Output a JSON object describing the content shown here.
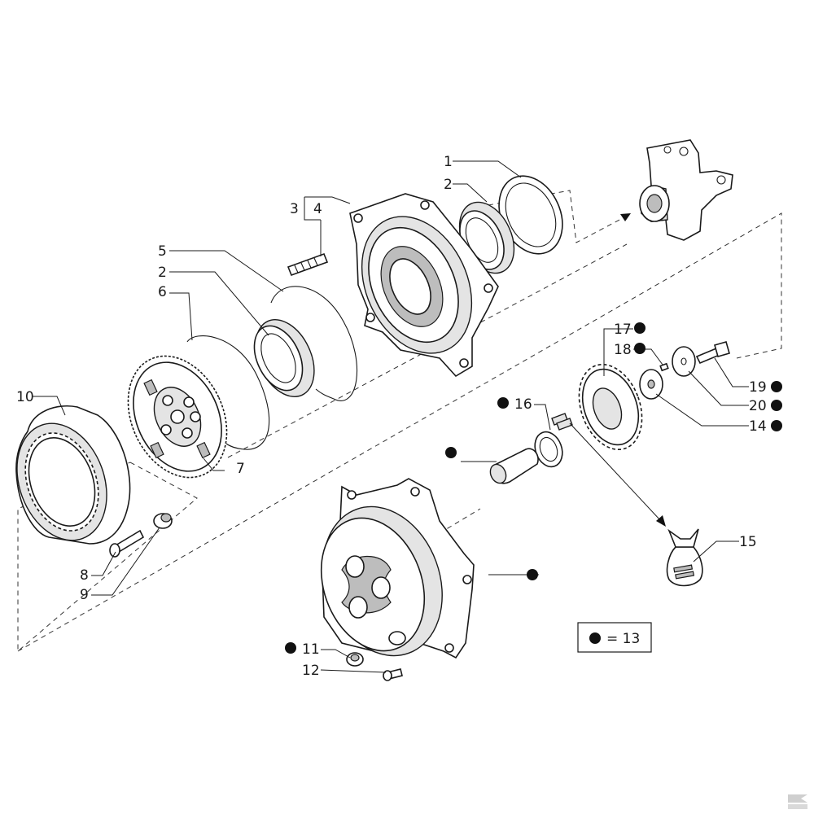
{
  "callouts": [
    {
      "id": "c1",
      "text": "1",
      "dot": false
    },
    {
      "id": "c2a",
      "text": "2",
      "dot": false
    },
    {
      "id": "c3",
      "text": "3",
      "dot": false
    },
    {
      "id": "c4",
      "text": "4",
      "dot": false
    },
    {
      "id": "c5",
      "text": "5",
      "dot": false
    },
    {
      "id": "c2b",
      "text": "2",
      "dot": false
    },
    {
      "id": "c6",
      "text": "6",
      "dot": false
    },
    {
      "id": "c7",
      "text": "7",
      "dot": false
    },
    {
      "id": "c10",
      "text": "10",
      "dot": false
    },
    {
      "id": "c8",
      "text": "8",
      "dot": false
    },
    {
      "id": "c9",
      "text": "9",
      "dot": false
    },
    {
      "id": "c11",
      "text": "11",
      "dot": true
    },
    {
      "id": "c12",
      "text": "12",
      "dot": false
    },
    {
      "id": "c16",
      "text": "16",
      "dot": true
    },
    {
      "id": "c17",
      "text": "17",
      "dot": true
    },
    {
      "id": "c18",
      "text": "18",
      "dot": true
    },
    {
      "id": "c19",
      "text": "19",
      "dot": true
    },
    {
      "id": "c20",
      "text": "20",
      "dot": true
    },
    {
      "id": "c14",
      "text": "14",
      "dot": true
    },
    {
      "id": "c15",
      "text": "15",
      "dot": false
    }
  ],
  "legend": {
    "symbol": "dot",
    "text": "= 13"
  },
  "colors": {
    "line": "#1a1a1a",
    "dot": "#111111",
    "shade": "#e4e4e4",
    "background": "#ffffff"
  },
  "icons": [
    "dot-symbol",
    "arrow-icon",
    "parts-bag-icon",
    "logo-mark-icon"
  ]
}
